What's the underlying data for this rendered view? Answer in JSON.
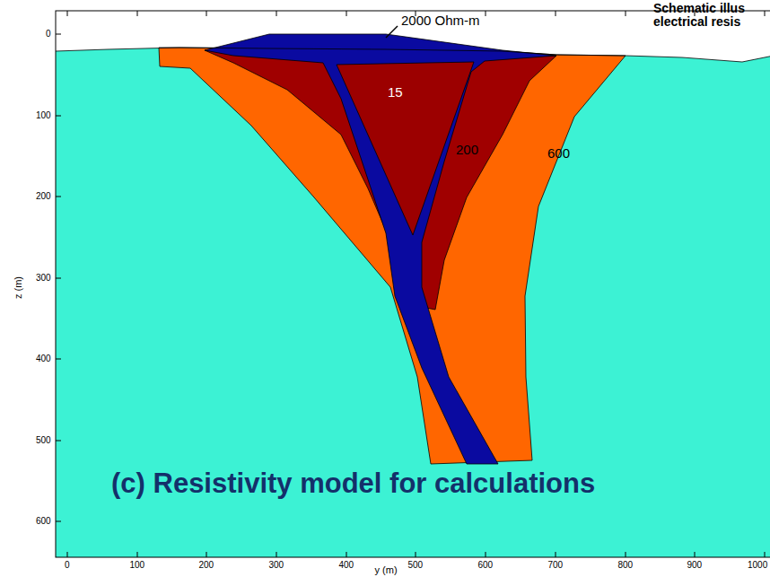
{
  "diagram": {
    "caption": "(c) Resistivity model for calculations",
    "labels": [
      "Schematic illus",
      "electrical resis",
      "2000 Ohm-m",
      "15",
      "200",
      "600",
      "0",
      "100",
      "200",
      "300",
      "400",
      "500",
      "600",
      "z (m)",
      "0",
      "100",
      "200",
      "300",
      "400",
      "500",
      "600",
      "700",
      "800",
      "900",
      "1000",
      "y (m)"
    ]
  }
}
